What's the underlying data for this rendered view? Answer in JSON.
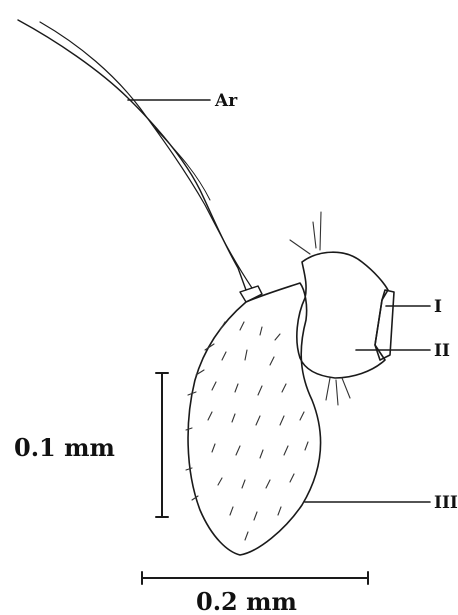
{
  "labels": {
    "arista": "Ar",
    "segment_1": "I",
    "segment_2": "II",
    "segment_3": "III"
  },
  "scale_bars": {
    "vertical": "0.1 mm",
    "horizontal": "0.2 mm"
  }
}
